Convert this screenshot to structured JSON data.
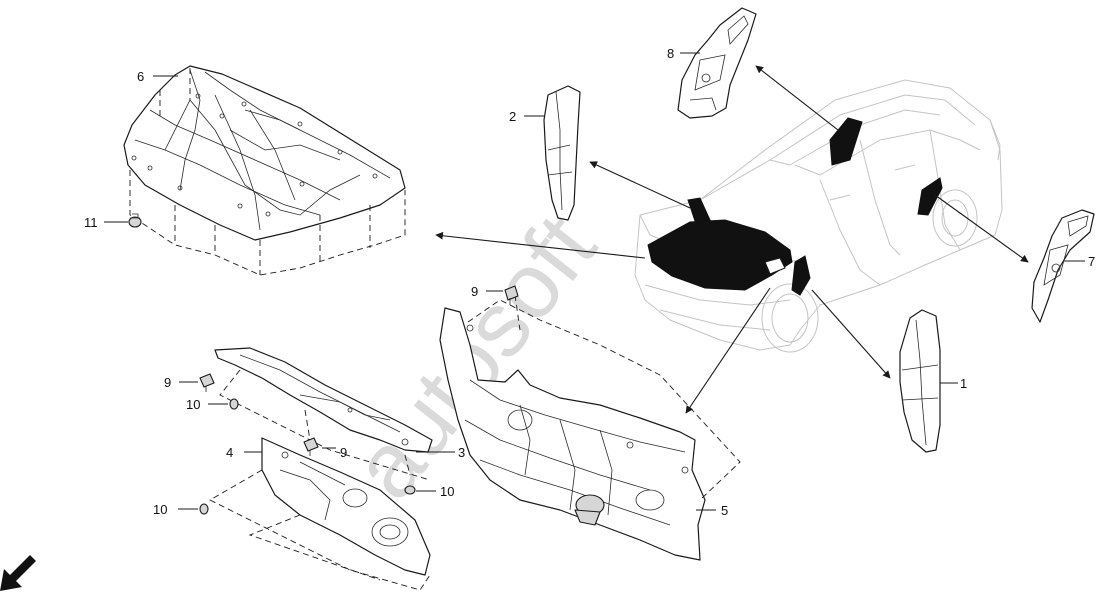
{
  "diagram": {
    "watermark": "autosoft",
    "callouts": {
      "c1": "1",
      "c2": "2",
      "c3": "3",
      "c4": "4",
      "c5": "5",
      "c6": "6",
      "c7": "7",
      "c8": "8",
      "c9a": "9",
      "c9b": "9",
      "c9c": "9",
      "c10a": "10",
      "c10b": "10",
      "c10c": "10",
      "c11": "11"
    },
    "icons": {
      "direction": "front-direction-arrow-icon"
    },
    "colors": {
      "line": "#1a1a1a",
      "car_outline": "#c4c4c4",
      "highlight": "#111111",
      "watermark": "#bdbdbd"
    }
  }
}
